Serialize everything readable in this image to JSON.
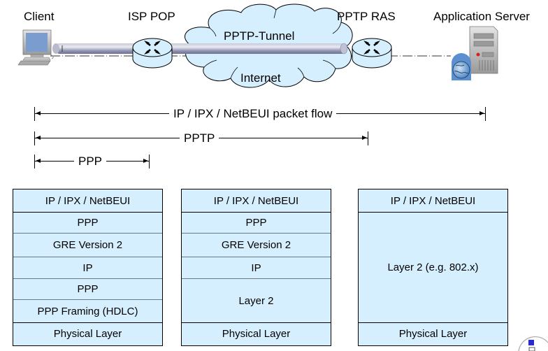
{
  "nodes": {
    "client": "Client",
    "isp_pop": "ISP POP",
    "pptp_ras": "PPTP RAS",
    "app_server": "Application Server"
  },
  "cloud": {
    "tunnel_label": "PPTP-Tunnel",
    "internet_label": "Internet"
  },
  "flows": [
    {
      "label": "IP / IPX / NetBEUI packet flow"
    },
    {
      "label": "PPTP"
    },
    {
      "label": "PPP"
    }
  ],
  "stacks": [
    {
      "layers": [
        "IP / IPX / NetBEUI",
        "PPP",
        "GRE Version 2",
        "IP",
        "PPP",
        "PPP Framing (HDLC)",
        "Physical Layer"
      ]
    },
    {
      "layers": [
        "IP / IPX / NetBEUI",
        "PPP",
        "GRE Version 2",
        "IP",
        "Layer 2",
        "Physical Layer"
      ]
    },
    {
      "layers": [
        "IP / IPX / NetBEUI",
        "Layer 2 (e.g. 802.x)",
        "Physical Layer"
      ]
    }
  ],
  "colors": {
    "layer_fill": "#d6efff",
    "cloud_fill": "#d6efff",
    "tunnel": "#9a9cb8"
  }
}
